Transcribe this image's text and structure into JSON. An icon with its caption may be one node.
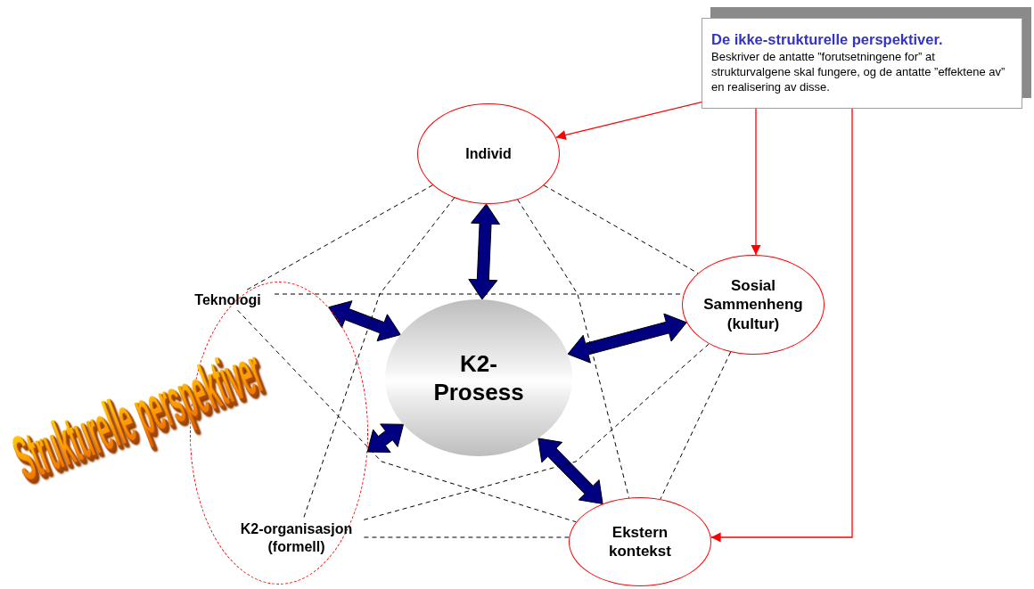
{
  "diagram": {
    "nodes": [
      {
        "text": [
          "De ikke-strukturelle perspektiver.",
          "Beskriver de antatte ”forutsetningene for” at strukturvalgene skal fungere, og de antatte ”effektene av” en realisering av disse."
        ]
      },
      {
        "text": [
          "Individ"
        ]
      },
      {
        "text": [
          "Teknologi"
        ],
        "in": 5
      },
      {
        "text": [
          "Sosial Sammenheng (kultur)"
        ]
      },
      {
        "text": [
          "K2- Prosess"
        ]
      },
      {
        "text": [],
        "shape": "ellipse"
      },
      {
        "text": [
          "Ekstern kontekst"
        ]
      },
      {
        "text": [
          "K2-organisasjon (formell)"
        ],
        "in": 5
      }
    ],
    "edges": [
      {
        "from": 0,
        "to": 1,
        "arrow": "to",
        "color": "#ff0000"
      },
      {
        "from": 0,
        "to": 3,
        "arrow": "to",
        "color": "#ff0000"
      },
      {
        "from": 0,
        "to": 6,
        "arrow": "to",
        "color": "#ff0000"
      },
      {
        "from": 4,
        "to": 1,
        "arrow": "both",
        "style": "thick",
        "color": "#000080"
      },
      {
        "from": 4,
        "to": 3,
        "arrow": "both",
        "style": "thick",
        "color": "#000080"
      },
      {
        "from": 4,
        "to": 6,
        "arrow": "both",
        "style": "thick",
        "color": "#000080"
      },
      {
        "from": 4,
        "to": 5,
        "arrow": "both",
        "style": "thick",
        "color": "#000080"
      },
      {
        "from": 4,
        "to": 5,
        "arrow": "both",
        "style": "thick",
        "color": "#000080"
      },
      {
        "from": 1,
        "to": 2,
        "arrow": "none",
        "style": "dashed"
      },
      {
        "from": 1,
        "to": 3,
        "arrow": "none",
        "style": "dashed"
      },
      {
        "from": 3,
        "to": 6,
        "arrow": "none",
        "style": "dashed"
      },
      {
        "from": 6,
        "to": 7,
        "arrow": "none",
        "style": "dashed"
      },
      {
        "from": 2,
        "to": 3,
        "arrow": "none",
        "style": "dashed"
      },
      {
        "from": 1,
        "to": 7,
        "arrow": "none",
        "style": "dashed"
      },
      {
        "from": 1,
        "to": 6,
        "arrow": "none",
        "style": "dashed"
      },
      {
        "from": 3,
        "to": 7,
        "arrow": "none",
        "style": "dashed"
      },
      {
        "from": 2,
        "to": 6,
        "arrow": "none",
        "style": "dashed"
      }
    ],
    "labels": [
      "Strukturelle perspektiver"
    ]
  }
}
